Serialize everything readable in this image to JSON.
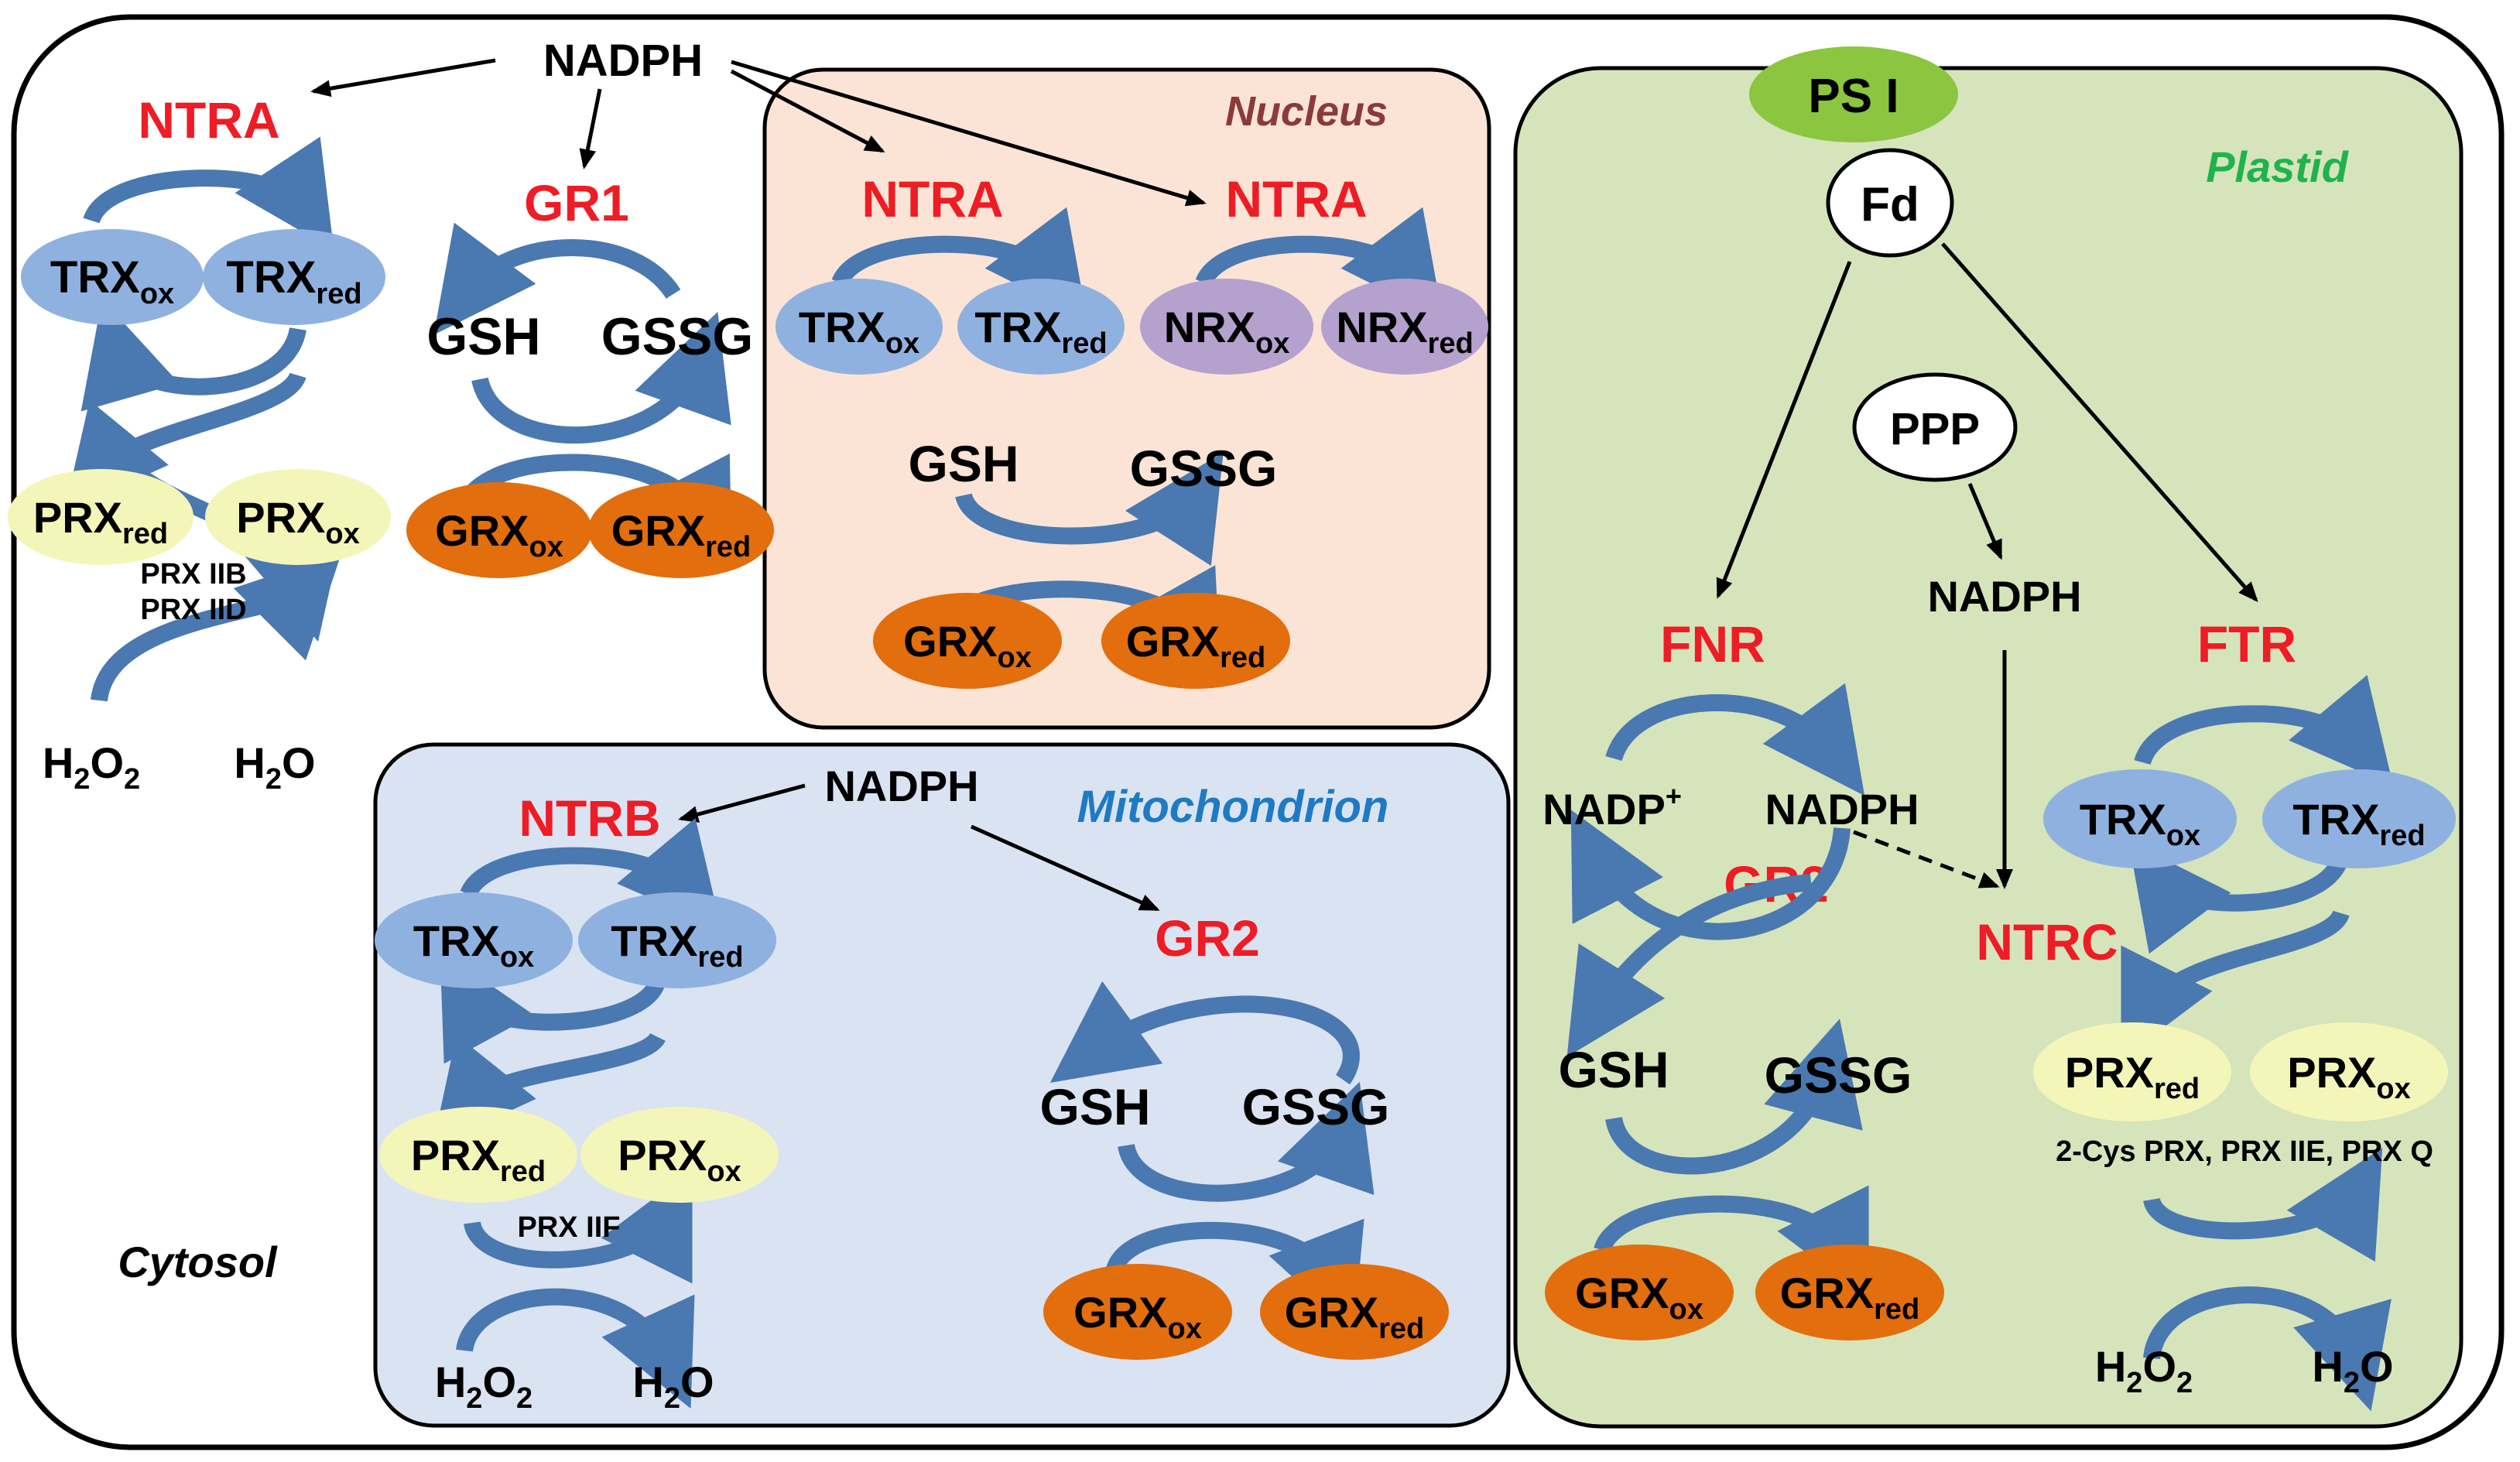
{
  "colors": {
    "enzyme_red": "#ee1c25",
    "arc_blue": "#4a78b0",
    "trx_blue": "#8fb1e0",
    "nrx_purple": "#b4a1cd",
    "prx_yellow": "#f3f6b8",
    "grx_orange": "#e26e0e",
    "ps_green": "#8cc540",
    "nucleus_bg": "#fbe4d5",
    "mito_bg": "#dae3f2",
    "plastid_bg": "#d6e4bc",
    "nucleus_title": "#8b3a3a",
    "mito_title": "#1e7ac3",
    "plastid_title": "#1fb34c"
  },
  "compartments": {
    "cytosol": "Cytosol",
    "nucleus": "Nucleus",
    "mitochondrion": "Mitochondrion",
    "plastid": "Plastid"
  },
  "cytosol": {
    "nadph": "NADPH",
    "ntra": "NTRA",
    "gr1": "GR1",
    "trx_ox": "TRX",
    "trx_ox_sub": "ox",
    "trx_red": "TRX",
    "trx_red_sub": "red",
    "prx_red": "PRX",
    "prx_red_sub": "red",
    "prx_ox": "PRX",
    "prx_ox_sub": "ox",
    "prx_note_1": "PRX IIB",
    "prx_note_2": "PRX IID",
    "h2o2": "H",
    "h2o2_sub1": "2",
    "h2o2_mid": "O",
    "h2o2_sub2": "2",
    "h2o": "H",
    "h2o_sub": "2",
    "h2o_end": "O",
    "gsh": "GSH",
    "gssg": "GSSG",
    "grx_ox": "GRX",
    "grx_ox_sub": "ox",
    "grx_red": "GRX",
    "grx_red_sub": "red"
  },
  "nucleus": {
    "ntra_1": "NTRA",
    "ntra_2": "NTRA",
    "trx_ox": "TRX",
    "trx_ox_sub": "ox",
    "trx_red": "TRX",
    "trx_red_sub": "red",
    "nrx_ox": "NRX",
    "nrx_ox_sub": "ox",
    "nrx_red": "NRX",
    "nrx_red_sub": "red",
    "gsh": "GSH",
    "gssg": "GSSG",
    "grx_ox": "GRX",
    "grx_ox_sub": "ox",
    "grx_red": "GRX",
    "grx_red_sub": "red"
  },
  "mitochondrion": {
    "nadph": "NADPH",
    "ntrb": "NTRB",
    "gr2": "GR2",
    "trx_ox": "TRX",
    "trx_ox_sub": "ox",
    "trx_red": "TRX",
    "trx_red_sub": "red",
    "prx_red": "PRX",
    "prx_red_sub": "red",
    "prx_ox": "PRX",
    "prx_ox_sub": "ox",
    "prx_note": "PRX IIF",
    "h2o2": "H",
    "h2o2_sub1": "2",
    "h2o2_mid": "O",
    "h2o2_sub2": "2",
    "h2o": "H",
    "h2o_sub": "2",
    "h2o_end": "O",
    "gsh": "GSH",
    "gssg": "GSSG",
    "grx_ox": "GRX",
    "grx_ox_sub": "ox",
    "grx_red": "GRX",
    "grx_red_sub": "red"
  },
  "plastid": {
    "psi": "PS I",
    "fd": "Fd",
    "ppp": "PPP",
    "nadph": "NADPH",
    "fnr": "FNR",
    "ftr": "FTR",
    "ntrc": "NTRC",
    "gr2": "GR2",
    "nadp_plus": "NADP",
    "nadp_plus_sup": "+",
    "nadph_2": "NADPH",
    "gsh": "GSH",
    "gssg": "GSSG",
    "grx_ox": "GRX",
    "grx_ox_sub": "ox",
    "grx_red": "GRX",
    "grx_red_sub": "red",
    "trx_ox": "TRX",
    "trx_ox_sub": "ox",
    "trx_red": "TRX",
    "trx_red_sub": "red",
    "prx_red": "PRX",
    "prx_red_sub": "red",
    "prx_ox": "PRX",
    "prx_ox_sub": "ox",
    "prx_note": "2-Cys PRX, PRX IIE,  PRX Q",
    "h2o2": "H",
    "h2o2_sub1": "2",
    "h2o2_mid": "O",
    "h2o2_sub2": "2",
    "h2o": "H",
    "h2o_sub": "2",
    "h2o_end": "O"
  }
}
